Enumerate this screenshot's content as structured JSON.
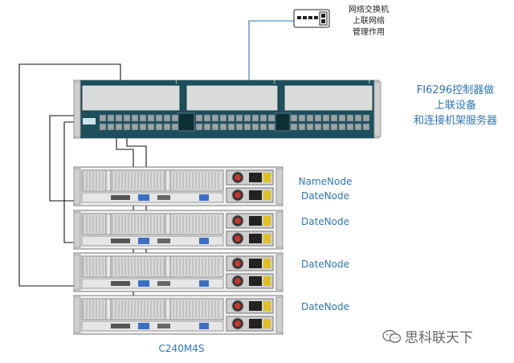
{
  "switch": {
    "icon": "network-switch-icon",
    "caption": [
      "网络交换机",
      "上联网络",
      "管理作用"
    ]
  },
  "fabric_interconnect": {
    "caption": [
      "FI6296控制器做",
      "上联设备",
      "和连接机架服务器"
    ],
    "module_numbers": [
      "1",
      "2",
      "3"
    ],
    "brand_logo": "cisco-logo"
  },
  "servers": [
    {
      "roles": [
        "NameNode",
        "DateNode"
      ]
    },
    {
      "roles": [
        "DateNode"
      ]
    },
    {
      "roles": [
        "DateNode"
      ]
    },
    {
      "roles": [
        "DateNode"
      ]
    }
  ],
  "server_model": "C240M4S",
  "watermark": {
    "text": "思科联天下",
    "icon": "wechat-icon"
  },
  "colors": {
    "chassis_teal": "#1d4f5c",
    "port_gray": "#9aa3a6",
    "cable_black": "#111111",
    "cable_blue": "#2e75b6",
    "label_blue": "#2e75b6",
    "psu_red": "#c0392b",
    "server_gray": "#d9d9d9",
    "server_blue": "#3a6fc4"
  }
}
